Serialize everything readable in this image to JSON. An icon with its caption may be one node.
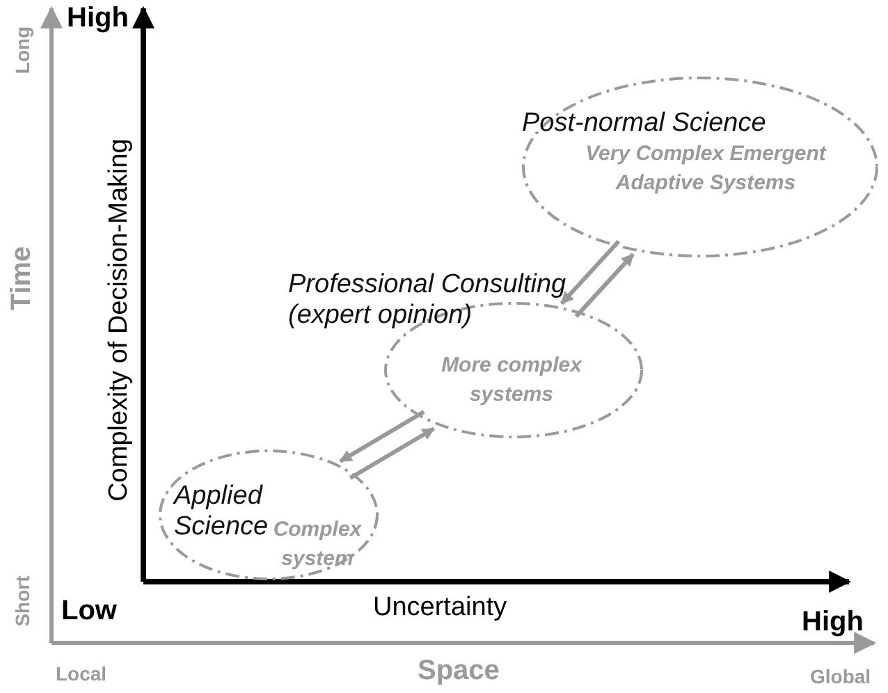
{
  "diagram": {
    "nodes": [
      {
        "text": [
          "Applied Science",
          "Complex system"
        ]
      },
      {
        "text": [
          "Professional Consulting (expert opinion)",
          "More complex systems"
        ]
      },
      {
        "text": [
          "Post-normal Science",
          "Very Complex Emergent Adaptive Systems"
        ]
      }
    ],
    "edges": [
      {
        "from": 0,
        "to": 1,
        "arrow": "to",
        "color": "#999999"
      },
      {
        "from": 1,
        "to": 0,
        "arrow": "to",
        "color": "#999999"
      },
      {
        "from": 1,
        "to": 2,
        "arrow": "to",
        "color": "#999999"
      },
      {
        "from": 2,
        "to": 1,
        "arrow": "to",
        "color": "#999999"
      }
    ],
    "labels": [
      "High",
      "Complexity of Decision-Making",
      "Long",
      "Time",
      "Short",
      "Low",
      "Uncertainty",
      "High",
      "Local",
      "Space",
      "Global"
    ]
  }
}
